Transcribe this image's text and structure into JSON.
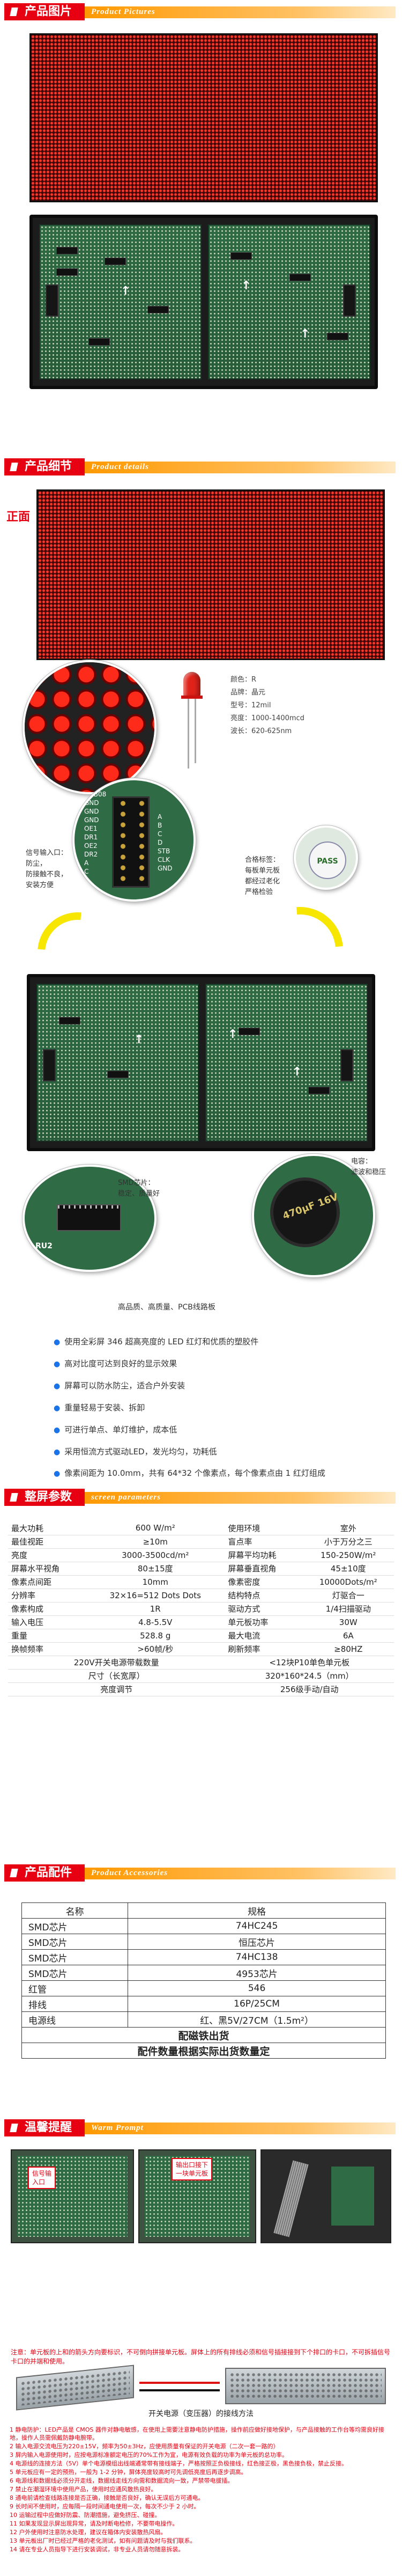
{
  "sections": {
    "pictures": {
      "title": "产品图片",
      "subtitle": "Product Pictures"
    },
    "details": {
      "title": "产品细节",
      "subtitle": "Product details"
    },
    "params": {
      "title": "整屏参数",
      "subtitle": "screen parameters"
    },
    "accessories": {
      "title": "产品配件",
      "subtitle": "Product Accessories"
    },
    "prompt": {
      "title": "温馨提醒",
      "subtitle": "Warm Prompt"
    }
  },
  "details": {
    "front_label": "正面",
    "led_info": [
      "颜色：R",
      "品牌：晶元",
      "型号：12mil",
      "亮度：1000-1400mcd",
      "波长：620-625nm"
    ],
    "signal_note": [
      "信号输入口：",
      "防尘，",
      "防接触不良，",
      "安装方便"
    ],
    "cert_note": [
      "合格标签：",
      "每板单元板",
      "都经过老化",
      "严格检验"
    ],
    "cert_sticker": "PASS",
    "capacitor_note": [
      "电容：",
      "滤波和稳压"
    ],
    "smd_note": "SMD芯片：",
    "smd_sub": "稳定、质量好",
    "chip_labels": [
      "HUB08",
      "GND",
      "GND",
      "GND",
      "OE1",
      "DR1",
      "OE2",
      "DR2",
      "A",
      "C"
    ],
    "chip_right": [
      "A",
      "B",
      "C",
      "D",
      "STB",
      "CLK",
      "GND"
    ],
    "cap_print": "470μF 16V",
    "ru2": "RU2",
    "caption": "高品质、高质量、PCB线路板"
  },
  "features": [
    "使用全彩屏 346 超高亮度的 LED 红灯和优质的塑胶件",
    "高对比度可达到良好的显示效果",
    "屏幕可以防水防尘，适合户外安装",
    "重量轻易于安装、拆卸",
    "可进行单点、单灯维护，成本低",
    "采用恒流方式驱动LED，发光均匀，功耗低",
    "像素间距为 10.0mm，共有 64*32 个像素点，每个像素点由 1 红灯组成"
  ],
  "spec_rows": [
    [
      "最大功耗",
      "600 W/m²",
      "使用环境",
      "室外"
    ],
    [
      "最佳视距",
      "≥10m",
      "盲点率",
      "小于万分之三"
    ],
    [
      "亮度",
      "3000-3500cd/m²",
      "屏幕平均功耗",
      "150-250W/m²"
    ],
    [
      "屏幕水平视角",
      "80±15度",
      "屏幕垂直视角",
      "45±10度"
    ],
    [
      "像素点间距",
      "10mm",
      "像素密度",
      "10000Dots/m²"
    ],
    [
      "分辨率",
      "32×16=512 Dots Dots",
      "结构特点",
      "灯驱合一"
    ],
    [
      "像素构成",
      "1R",
      "驱动方式",
      "1/4扫描驱动"
    ],
    [
      "输入电压",
      "4.8-5.5V",
      "单元板功率",
      "30W"
    ],
    [
      "重量",
      "528.8 g",
      "最大电流",
      "6A"
    ],
    [
      "换帧频率",
      ">60帧/秒",
      "刷新频率",
      "≥80HZ"
    ]
  ],
  "spec_full_rows": [
    [
      "220V开关电源带载数量",
      "<12块P10单色单元板"
    ],
    [
      "尺寸（长宽厚）",
      "320*160*24.5（mm）"
    ],
    [
      "亮度调节",
      "256级手动/自动"
    ]
  ],
  "accessories": {
    "header": [
      "名称",
      "规格"
    ],
    "rows": [
      [
        "SMD芯片",
        "74HC245"
      ],
      [
        "SMD芯片",
        "恒压芯片"
      ],
      [
        "SMD芯片",
        "74HC138"
      ],
      [
        "SMD芯片",
        "4953芯片"
      ],
      [
        "红管",
        "546"
      ],
      [
        "排线",
        "16P/25CM"
      ],
      [
        "电源线",
        "红、黑5V/27CM（1.5m²）"
      ]
    ],
    "footer": [
      "配磁铁出货",
      "配件数量根据实际出货数量定"
    ]
  },
  "prompt": {
    "callout_left": [
      "信号输",
      "入口"
    ],
    "callout_mid": [
      "输出口接下",
      "一块单元板"
    ],
    "warning": "注意：单元板的上和的箭头方向要标识，不可倒向拼接单元板。屏体上的所有排线必须和信号插接接到下个排口的卡口，不可拆插信号卡口的并端和使用。",
    "psu_title": "开关电源（变压器）的接线方法",
    "notes": [
      "1  静电防护：LED产品是 CMOS 器件对静电敏感，在使用上需要注意静电防护措施，操作前应做好接地保护，与产品接触的工作台等均需良好接地，操作人员需佩戴防静电腕带。",
      "2  输入电源交流电压为220±15V，频率为50±3Hz，应使用质量有保证的开关电源（二次一套一路的）",
      "3  屏内输入电源使用时，应按电源标准额定电压的70%工作为宜，电源有效负载的功率为单元板的总功率。",
      "4  电源线的连接方法（5V）单个电源模组出线端通常带有接线端子，严格按照正负极接线，红色接正极，黑色接负极，禁止反接。",
      "5  单元板应有一定的预热，一般为 1-2 分钟，屏体亮度较高时可先调低亮度后再逐步调高。",
      "6  电源线和数据线必须分开走线，数据线走线方向需和数据流向一致，严禁带电拔插。",
      "7  禁止在潮湿环境中使用产品，使用时应通风散热良好。",
      "8  通电前请检查线路连接是否正确，接触是否良好，确认无误后方可通电。",
      "9  长时间不使用时，应每隔一段时间通电使用一次，每次不少于 2 小时。",
      "10 运输过程中应做好防震、防潮措施，避免挤压、碰撞。",
      "11 如果发现显示屏出现异常，请及时断电检修，不要带电操作。",
      "12 户外使用时注意防水处理，建议在箱体内安装散热风扇。",
      "13 单元板出厂时已经过严格的老化测试，如有问题请及时与我们联系。",
      "14 请在专业人员指导下进行安装调试，非专业人员请勿随意拆装。"
    ]
  }
}
